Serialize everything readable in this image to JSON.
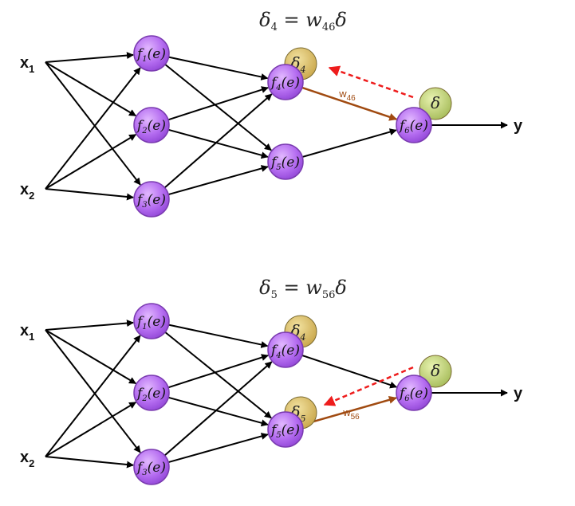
{
  "colors": {
    "neuron_fill": "#b46cf0",
    "neuron_stroke": "#7a3bb0",
    "delta_hidden_fill": "#d4b85a",
    "delta_output_fill": "#b6cc6a",
    "weight_arrow": "#a04a10",
    "error_arrow": "#ee1c1c",
    "edge": "#000000"
  },
  "panels": [
    {
      "equation": {
        "lhs_sym": "δ",
        "lhs_sub": "4",
        "eq": " = ",
        "w": "w",
        "w_sub": "46",
        "rhs": "δ"
      },
      "inputs": [
        {
          "name": "x",
          "sub": "1"
        },
        {
          "name": "x",
          "sub": "2"
        }
      ],
      "layer1": [
        {
          "f": "f",
          "sub": "1",
          "arg": "(e)"
        },
        {
          "f": "f",
          "sub": "2",
          "arg": "(e)"
        },
        {
          "f": "f",
          "sub": "3",
          "arg": "(e)"
        }
      ],
      "layer2": [
        {
          "f": "f",
          "sub": "4",
          "arg": "(e)"
        },
        {
          "f": "f",
          "sub": "5",
          "arg": "(e)"
        }
      ],
      "output_neuron": {
        "f": "f",
        "sub": "6",
        "arg": "(e)"
      },
      "deltas": [
        {
          "sym": "δ",
          "sub": "4",
          "target": "n4"
        }
      ],
      "output_delta": {
        "sym": "δ",
        "sub": ""
      },
      "weight_label": {
        "name": "w",
        "sub": "46"
      },
      "active_weight": "n4",
      "output_label": "y"
    },
    {
      "equation": {
        "lhs_sym": "δ",
        "lhs_sub": "5",
        "eq": " = ",
        "w": "w",
        "w_sub": "56",
        "rhs": "δ"
      },
      "inputs": [
        {
          "name": "x",
          "sub": "1"
        },
        {
          "name": "x",
          "sub": "2"
        }
      ],
      "layer1": [
        {
          "f": "f",
          "sub": "1",
          "arg": "(e)"
        },
        {
          "f": "f",
          "sub": "2",
          "arg": "(e)"
        },
        {
          "f": "f",
          "sub": "3",
          "arg": "(e)"
        }
      ],
      "layer2": [
        {
          "f": "f",
          "sub": "4",
          "arg": "(e)"
        },
        {
          "f": "f",
          "sub": "5",
          "arg": "(e)"
        }
      ],
      "output_neuron": {
        "f": "f",
        "sub": "6",
        "arg": "(e)"
      },
      "deltas": [
        {
          "sym": "δ",
          "sub": "4",
          "target": "n4"
        },
        {
          "sym": "δ",
          "sub": "5",
          "target": "n5"
        }
      ],
      "output_delta": {
        "sym": "δ",
        "sub": ""
      },
      "weight_label": {
        "name": "w",
        "sub": "56"
      },
      "active_weight": "n5",
      "output_label": "y"
    }
  ]
}
